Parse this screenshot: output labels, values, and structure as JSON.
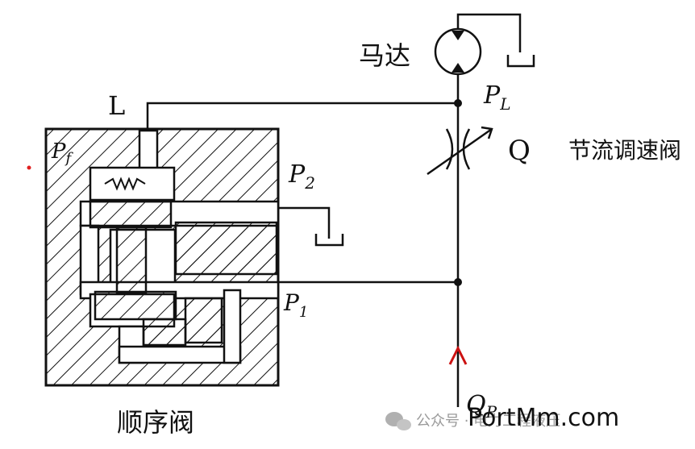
{
  "labels": {
    "motor": "马达",
    "pl": "P",
    "pl_sub": "L",
    "l": "L",
    "pf": "P",
    "pf_sub": "f",
    "p2": "P",
    "p2_sub": "2",
    "p1": "P",
    "p1_sub": "1",
    "q": "Q",
    "throttle": "节流调速阀",
    "sequence": "顺序阀",
    "q_bottom": "Q",
    "q_bottom_sub": "P"
  },
  "watermark": {
    "text": "公众号 · 电力工程液压",
    "brand": "PortMm.com"
  },
  "colors": {
    "ink": "#111111",
    "arrow": "#cc1111",
    "dot": "#e02020",
    "watermark": "#9a9a9a"
  },
  "icons": [
    "hydraulic-motor-icon",
    "tank-icon",
    "throttle-valve-icon",
    "flow-arrow-icon",
    "spring-icon",
    "wechat-icon"
  ]
}
